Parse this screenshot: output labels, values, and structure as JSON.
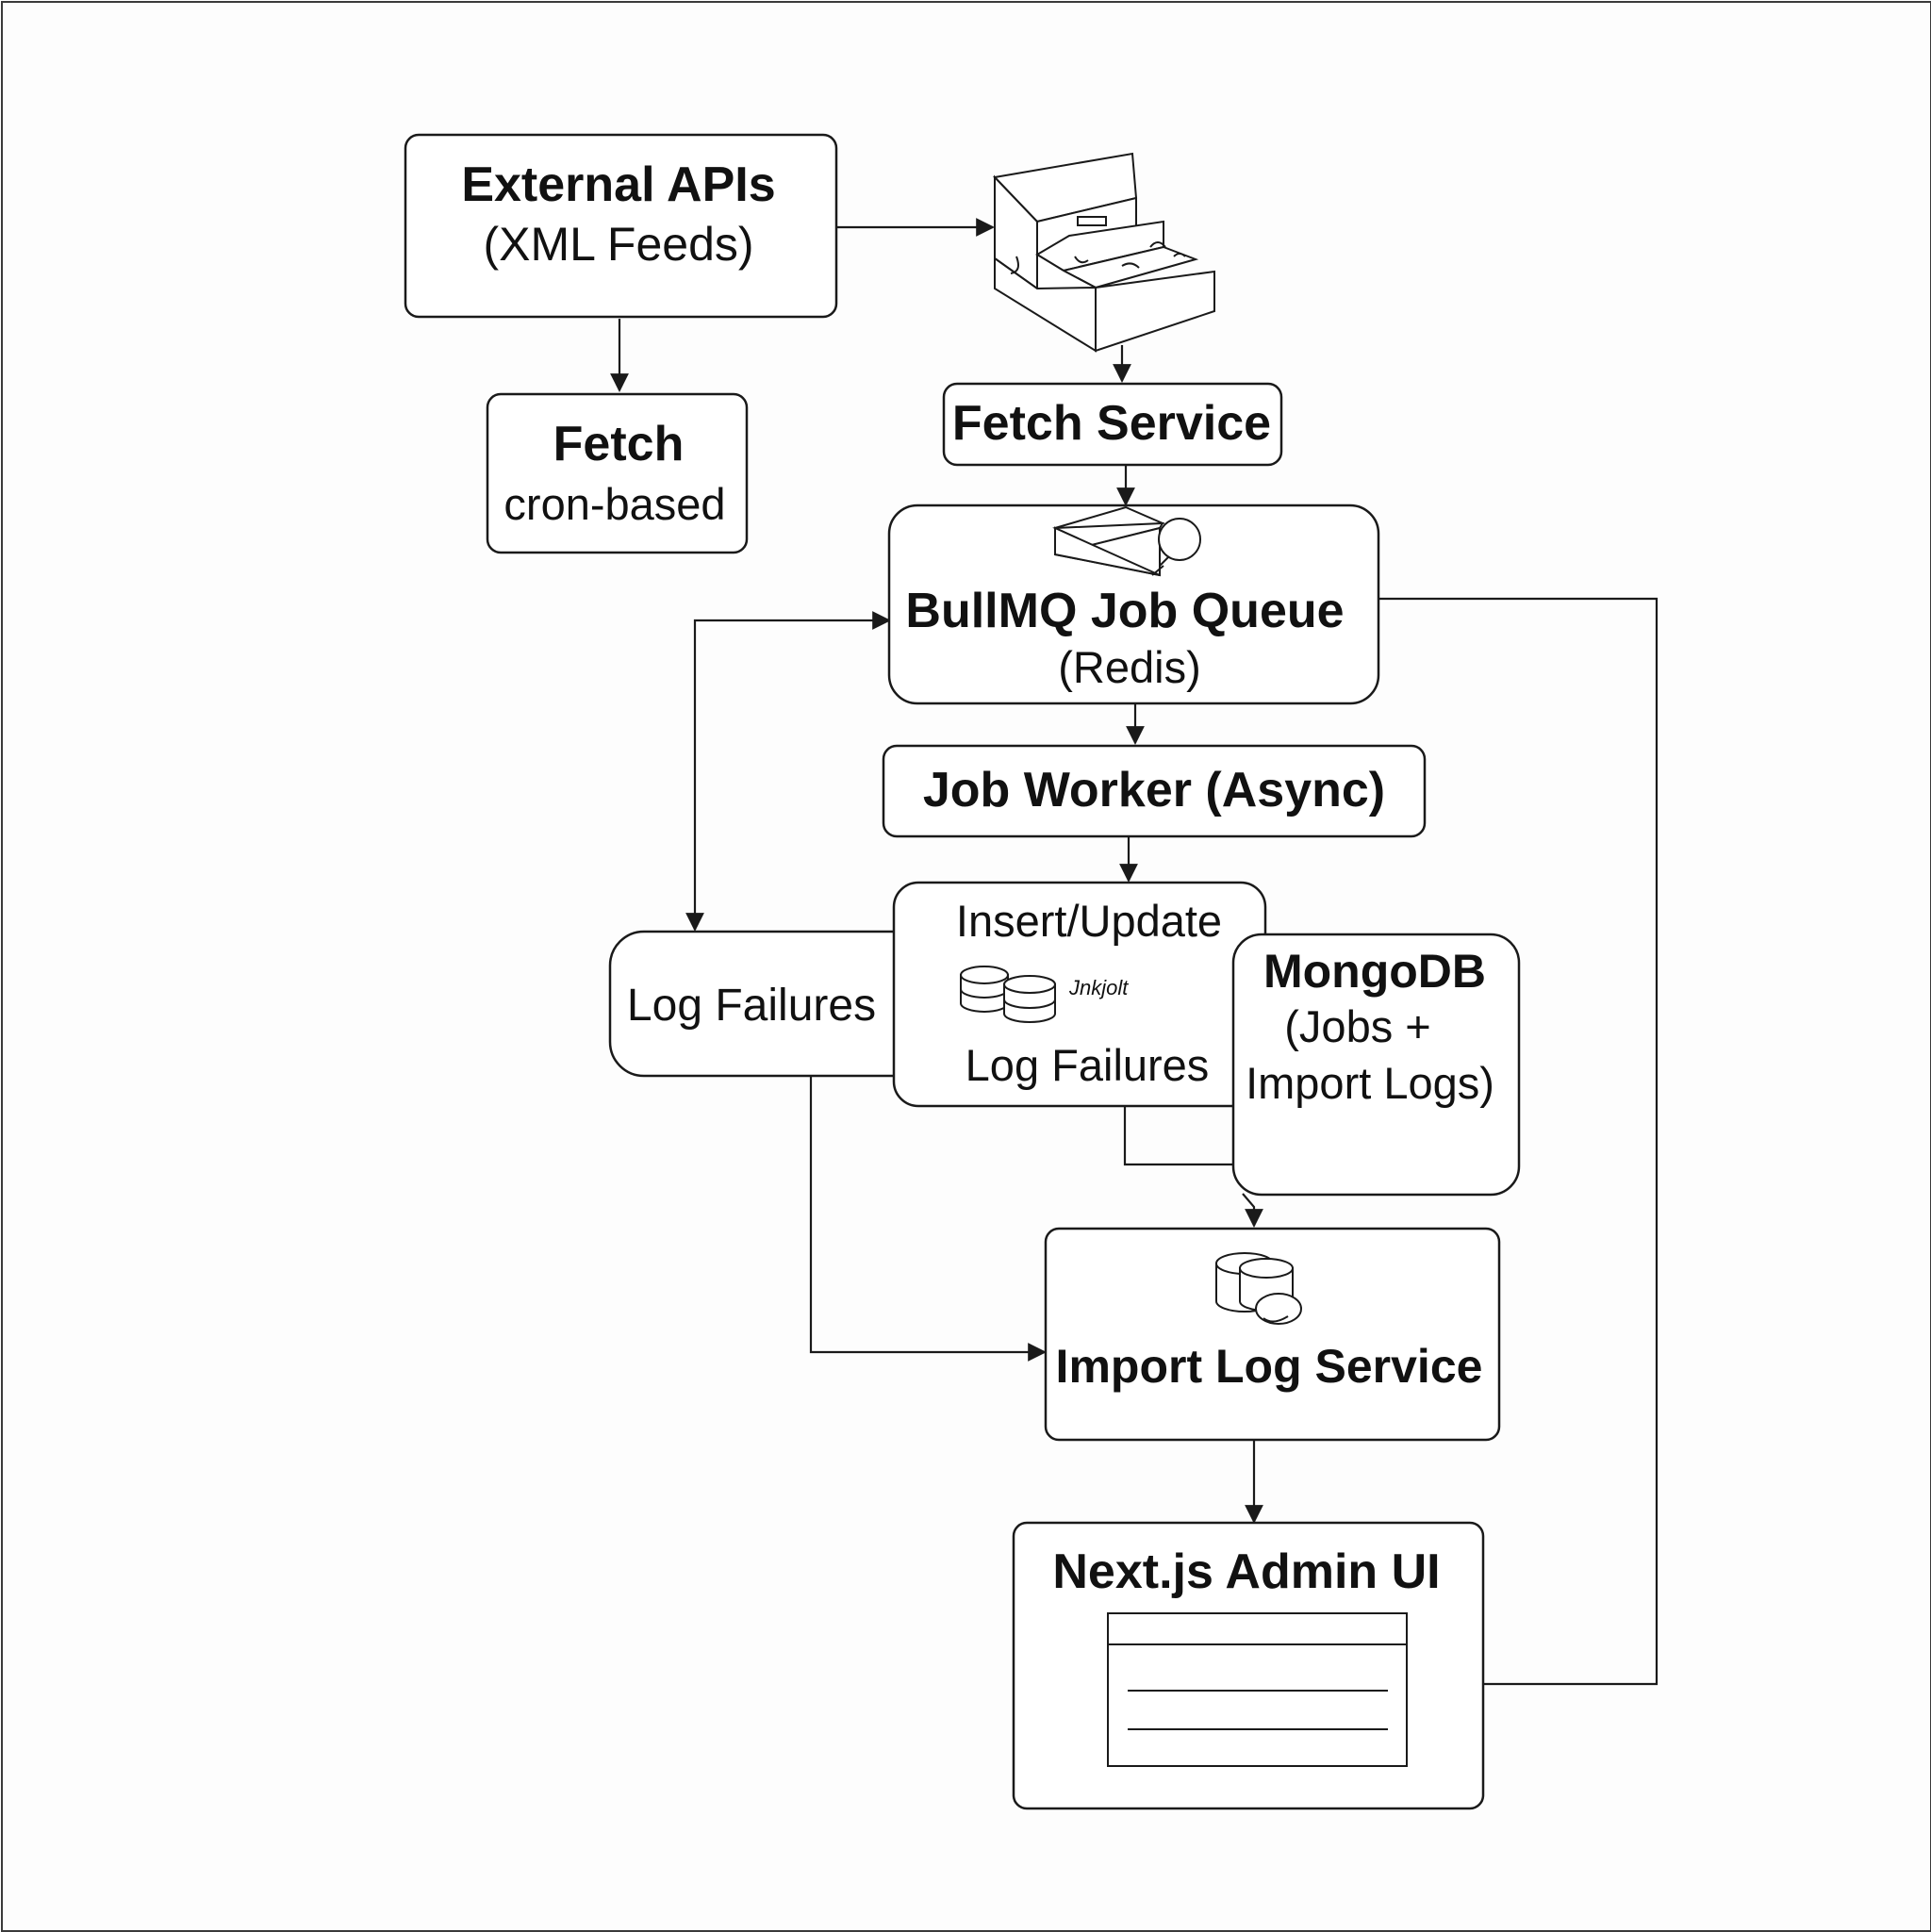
{
  "nodes": {
    "external_apis": {
      "title": "External APIs",
      "subtitle": "(XML Feeds)"
    },
    "fetch": {
      "title": "Fetch",
      "subtitle": "cron-based"
    },
    "fetch_service": {
      "title": "Fetch Service"
    },
    "bullmq_queue": {
      "title": "BullMQ Job Queue",
      "subtitle": "(Redis)"
    },
    "job_worker": {
      "title": "Job Worker (Async)"
    },
    "insert_update": {
      "title": "Insert/Update",
      "subtitle": "Log Failures",
      "scribble": "Jnkjolt"
    },
    "log_failures": {
      "title": "Log Failures"
    },
    "mongodb": {
      "title": "MongoDB",
      "line2": "(Jobs +",
      "line3": "Import Logs)"
    },
    "import_log_service": {
      "title": "Import Log Service"
    },
    "admin_ui": {
      "title": "Next.js Admin UI"
    }
  },
  "icons": {
    "servers": "server-stack-icon",
    "queue": "queue-box-icon",
    "database_small": "database-stack-icon",
    "database_import": "database-icon",
    "window": "admin-window-icon"
  }
}
